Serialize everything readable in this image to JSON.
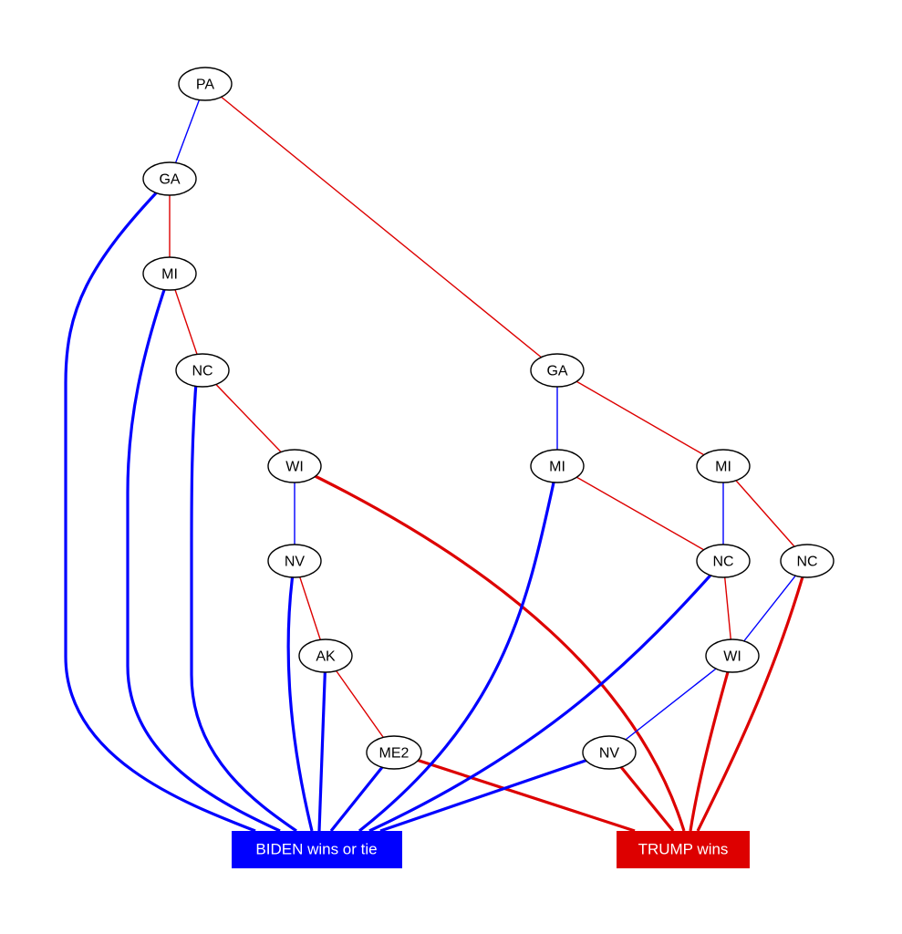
{
  "colors": {
    "biden": "#0000ff",
    "trump": "#dd0000",
    "node_stroke": "#000000"
  },
  "outcomes": {
    "biden": {
      "label": "BIDEN wins or tie"
    },
    "trump": {
      "label": "TRUMP wins"
    }
  },
  "nodes": [
    {
      "id": "pa",
      "label": "PA"
    },
    {
      "id": "ga1",
      "label": "GA"
    },
    {
      "id": "mi1",
      "label": "MI"
    },
    {
      "id": "nc1",
      "label": "NC"
    },
    {
      "id": "wi1",
      "label": "WI"
    },
    {
      "id": "nv1",
      "label": "NV"
    },
    {
      "id": "ak",
      "label": "AK"
    },
    {
      "id": "me2",
      "label": "ME2"
    },
    {
      "id": "ga2",
      "label": "GA"
    },
    {
      "id": "mi2",
      "label": "MI"
    },
    {
      "id": "mi3",
      "label": "MI"
    },
    {
      "id": "nc2",
      "label": "NC"
    },
    {
      "id": "nc3",
      "label": "NC"
    },
    {
      "id": "wi2",
      "label": "WI"
    },
    {
      "id": "nv2",
      "label": "NV"
    }
  ],
  "edges": [
    {
      "from": "pa",
      "to": "ga1",
      "winner": "biden"
    },
    {
      "from": "pa",
      "to": "ga2",
      "winner": "trump"
    },
    {
      "from": "ga1",
      "to": "biden",
      "winner": "biden"
    },
    {
      "from": "ga1",
      "to": "mi1",
      "winner": "trump"
    },
    {
      "from": "mi1",
      "to": "biden",
      "winner": "biden"
    },
    {
      "from": "mi1",
      "to": "nc1",
      "winner": "trump"
    },
    {
      "from": "nc1",
      "to": "biden",
      "winner": "biden"
    },
    {
      "from": "nc1",
      "to": "wi1",
      "winner": "trump"
    },
    {
      "from": "wi1",
      "to": "nv1",
      "winner": "biden"
    },
    {
      "from": "wi1",
      "to": "trump",
      "winner": "trump"
    },
    {
      "from": "nv1",
      "to": "biden",
      "winner": "biden"
    },
    {
      "from": "nv1",
      "to": "ak",
      "winner": "trump"
    },
    {
      "from": "ak",
      "to": "biden",
      "winner": "biden"
    },
    {
      "from": "ak",
      "to": "me2",
      "winner": "trump"
    },
    {
      "from": "me2",
      "to": "biden",
      "winner": "biden"
    },
    {
      "from": "me2",
      "to": "trump",
      "winner": "trump"
    },
    {
      "from": "ga2",
      "to": "mi2",
      "winner": "biden"
    },
    {
      "from": "ga2",
      "to": "mi3",
      "winner": "trump"
    },
    {
      "from": "mi2",
      "to": "biden",
      "winner": "biden"
    },
    {
      "from": "mi2",
      "to": "nc2",
      "winner": "trump"
    },
    {
      "from": "mi3",
      "to": "nc2",
      "winner": "biden"
    },
    {
      "from": "mi3",
      "to": "nc3",
      "winner": "trump"
    },
    {
      "from": "nc2",
      "to": "biden",
      "winner": "biden"
    },
    {
      "from": "nc2",
      "to": "wi2",
      "winner": "trump"
    },
    {
      "from": "nc3",
      "to": "wi2",
      "winner": "biden"
    },
    {
      "from": "nc3",
      "to": "trump",
      "winner": "trump"
    },
    {
      "from": "wi2",
      "to": "nv2",
      "winner": "biden"
    },
    {
      "from": "wi2",
      "to": "trump",
      "winner": "trump"
    },
    {
      "from": "nv2",
      "to": "biden",
      "winner": "biden"
    },
    {
      "from": "nv2",
      "to": "trump",
      "winner": "trump"
    }
  ]
}
